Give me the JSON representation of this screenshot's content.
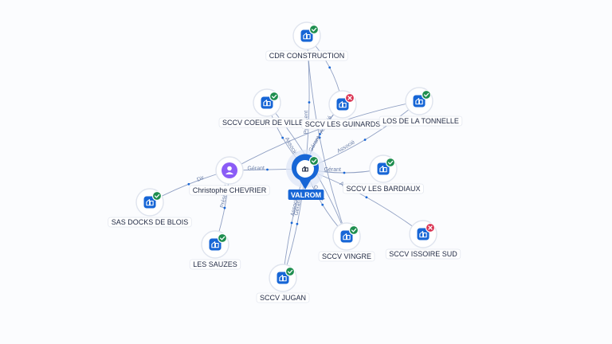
{
  "colors": {
    "edge": "#7d8fb8",
    "node_ring": "#dfe4ee",
    "company": "#1766d6",
    "person": "#8b5cf6",
    "ok": "#1e8e4f",
    "ko": "#d93251",
    "center_badge": "#1766d6"
  },
  "center": {
    "name": "VALROM",
    "icon": "building-icon",
    "status": "active"
  },
  "nodes": [
    {
      "id": "cdr",
      "name": "CDR CONSTRUCTION",
      "type": "company",
      "status": "active"
    },
    {
      "id": "coeur",
      "name": "SCCV COEUR DE VILLE",
      "type": "company",
      "status": "active"
    },
    {
      "id": "guinards",
      "name": "SCCV LES GUINARDS",
      "type": "company",
      "status": "inactive"
    },
    {
      "id": "tonnelle",
      "name": "LOS DE LA TONNELLE",
      "type": "company",
      "status": "active"
    },
    {
      "id": "chevrier",
      "name": "Christophe CHEVRIER",
      "type": "person",
      "status": "none"
    },
    {
      "id": "bardiaux",
      "name": "SCCV LES BARDIAUX",
      "type": "company",
      "status": "active"
    },
    {
      "id": "blois",
      "name": "SAS DOCKS DE BLOIS",
      "type": "company",
      "status": "active"
    },
    {
      "id": "sauzes",
      "name": "LES SAUZES",
      "type": "company",
      "status": "active"
    },
    {
      "id": "vingre",
      "name": "SCCV VINGRE",
      "type": "company",
      "status": "active"
    },
    {
      "id": "issoire",
      "name": "SCCV ISSOIRE SUD",
      "type": "company",
      "status": "inactive"
    },
    {
      "id": "jugan",
      "name": "SCCV JUGAN",
      "type": "company",
      "status": "active"
    }
  ],
  "edges": [
    {
      "from": "center",
      "to": "cdr",
      "label": "Président"
    },
    {
      "from": "center",
      "to": "coeur",
      "label": "Associé"
    },
    {
      "from": "center",
      "to": "guinards",
      "label": "Gérant"
    },
    {
      "from": "center",
      "to": "tonnelle",
      "label": "Associé"
    },
    {
      "from": "chevrier",
      "to": "center",
      "label": "Gérant"
    },
    {
      "from": "center",
      "to": "bardiaux",
      "label": "Gérant"
    },
    {
      "from": "chevrier",
      "to": "blois",
      "label": "Dir"
    },
    {
      "from": "chevrier",
      "to": "sauzes",
      "label": "Président"
    },
    {
      "from": "center",
      "to": "vingre",
      "label": "Gérant"
    },
    {
      "from": "center",
      "to": "issoire",
      "label": "Associé"
    },
    {
      "from": "center",
      "to": "jugan",
      "label": "Associé"
    },
    {
      "from": "center",
      "to": "jugan",
      "label": "Gérant"
    },
    {
      "from": "guinards",
      "to": "center",
      "label": "Associé"
    },
    {
      "from": "cdr",
      "to": "vingre",
      "label": ""
    },
    {
      "from": "cdr",
      "to": "guinards",
      "label": ""
    },
    {
      "from": "coeur",
      "to": "vingre",
      "label": ""
    },
    {
      "from": "tonnelle",
      "to": "chevrier",
      "label": ""
    }
  ]
}
